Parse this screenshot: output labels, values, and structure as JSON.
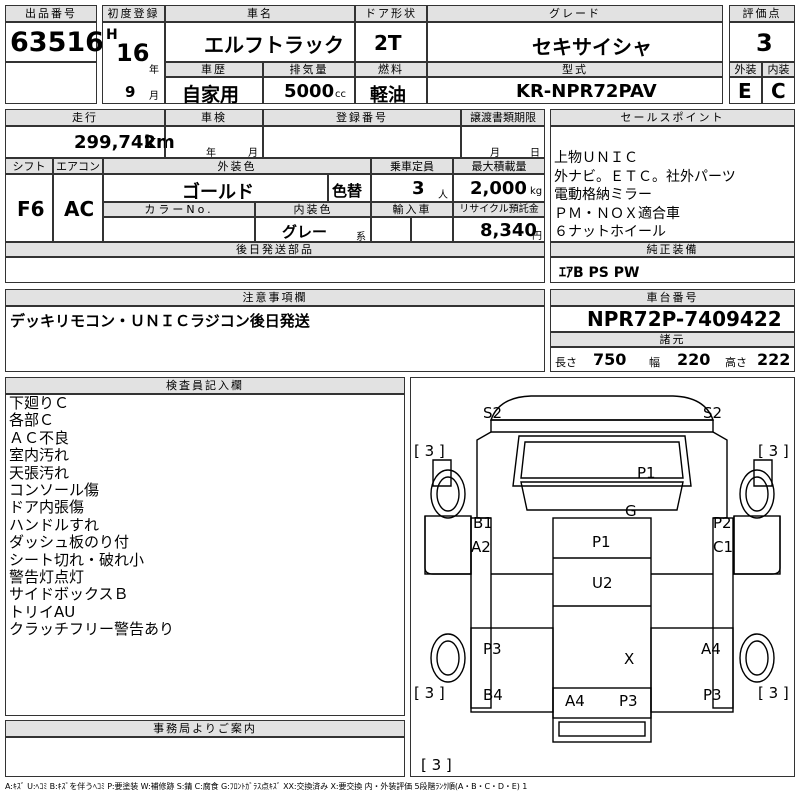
{
  "header": {
    "lot_label": "出品番号",
    "lot_no": "63516",
    "first_reg_label": "初度登録",
    "era": "H",
    "year": "16",
    "year_unit": "年",
    "month": "9",
    "month_unit": "月",
    "car_name_label": "車名",
    "car_name": "エルフトラック",
    "door_label": "ドア形状",
    "door": "2T",
    "grade_label": "グレード",
    "grade": "セキサイシャ",
    "score_label": "評価点",
    "score": "3",
    "history_label": "車歴",
    "history": "自家用",
    "displacement_label": "排気量",
    "displacement": "5000",
    "displacement_unit": "cc",
    "fuel_label": "燃料",
    "fuel": "軽油",
    "model_label": "型式",
    "model": "KR-NPR72PAV",
    "ext_label": "外装",
    "ext": "E",
    "int_label": "内装",
    "int": "C"
  },
  "row2": {
    "mileage_label": "走行",
    "mileage": "299,742",
    "mileage_unit": "km",
    "inspection_label": "車検",
    "insp_year_unit": "年",
    "insp_month_unit": "月",
    "regno_label": "登録番号",
    "transfer_label": "譲渡書類期限",
    "transfer_month_unit": "月",
    "transfer_day_unit": "日",
    "shift_label": "シフト",
    "shift": "F6",
    "ac_label": "エアコン",
    "ac": "AC",
    "color_label": "外装色",
    "color": "ゴールド",
    "color_change": "色替",
    "seats_label": "乗車定員",
    "seats": "3",
    "seats_unit": "人",
    "load_label": "最大積載量",
    "load": "2,000",
    "load_unit": "kg",
    "colorno_label": "カラーNo.",
    "intcolor_label": "内装色",
    "intcolor": "グレー",
    "intcolor_unit": "系",
    "import_label": "輸入車",
    "recycle_label": "リサイクル預託金",
    "recycle": "8,340",
    "recycle_unit": "円",
    "later_label": "後日発送部品"
  },
  "sales": {
    "label": "セールスポイント",
    "lines": [
      "上物ＵＮＩＣ",
      "外ナビ。ＥＴＣ。社外パーツ",
      "電動格納ミラー",
      "ＰＭ・ＮＯＸ適合車",
      "６ナットホイール"
    ],
    "equip_label": "純正装備",
    "equip": "ｴｱB PS PW"
  },
  "notes": {
    "label": "注意事項欄",
    "text": "デッキリモコン・ＵＮＩＣラジコン後日発送"
  },
  "chassis": {
    "label": "車台番号",
    "number": "NPR72P-7409422",
    "dims_label": "諸元",
    "length_label": "長さ",
    "length": "750",
    "width_label": "幅",
    "width": "220",
    "height_label": "高さ",
    "height": "222"
  },
  "inspector": {
    "label": "検査員記入欄",
    "lines": [
      "下廻りＣ",
      "各部Ｃ",
      "ＡＣ不良",
      "室内汚れ",
      "天張汚れ",
      "コンソール傷",
      "ドア内張傷",
      "ハンドルすれ",
      "ダッシュ板のり付",
      "シート切れ・破れ小",
      "警告灯点灯",
      "サイドボックスＢ",
      "トリイAU",
      "クラッチフリー警告あり"
    ]
  },
  "diagram": {
    "tire_marks": [
      "[ 3 ]",
      "[ 3 ]",
      "[ 3 ]",
      "[ 3 ]",
      "[ 3 ]"
    ],
    "marks": [
      "S2",
      "S2",
      "P1",
      "G",
      "B1",
      "A2",
      "P1",
      "P2",
      "C1",
      "U2",
      "P3",
      "A4",
      "X",
      "B4",
      "A4",
      "P3",
      "P3"
    ]
  },
  "office": {
    "label": "事務局よりご案内"
  },
  "legend": "A:ｷｽﾞ U:ﾍｺﾐ B:ｷｽﾞを伴うﾍｺﾐ P:要塗装 W:補修跡 S:錆 C:腐食 G:ﾌﾛﾝﾄｶﾞﾗｽ点ｷｽﾞ XX:交換済み X:要交換 内・外装評価 5段階ﾗﾝｸ順(A・B・C・D・E) 1"
}
